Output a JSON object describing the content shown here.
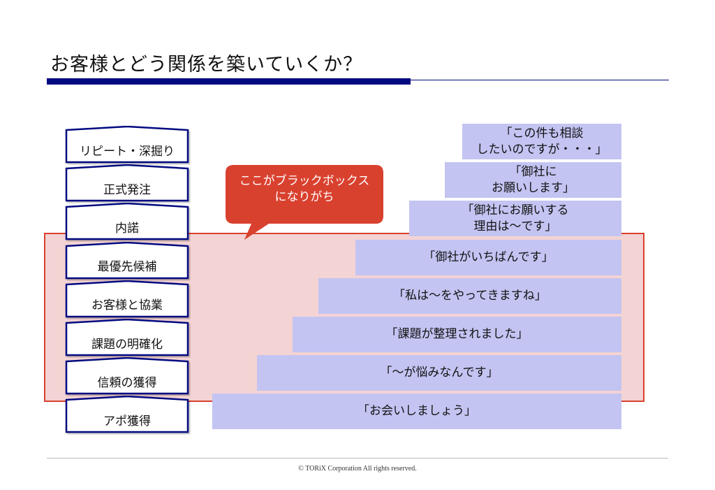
{
  "title": "お客様とどう関係を築いていくか？",
  "callout": "ここがブラックボックス\nになりがち",
  "stages": [
    "リピート・深掘り",
    "正式発注",
    "内諾",
    "最優先候補",
    "お客様と協業",
    "課題の明確化",
    "信頼の獲得",
    "アポ獲得"
  ],
  "quotes": [
    "「この件も相談\nしたいのですが・・・」",
    "「御社に\nお願いします」",
    "「御社にお願いする\n理由は～です」",
    "「御社がいちばんです」",
    "「私は～をやってきますね」",
    "「課題が整理されました」",
    "「～が悩みなんです」",
    "「お会いしましょう」"
  ],
  "footer": "© TORiX Corporation All rights reserved.",
  "colors": {
    "navy": "#020a80",
    "red": "#d9412f",
    "pink": "#f3d3d3",
    "lavender": "#c3c4f2"
  }
}
